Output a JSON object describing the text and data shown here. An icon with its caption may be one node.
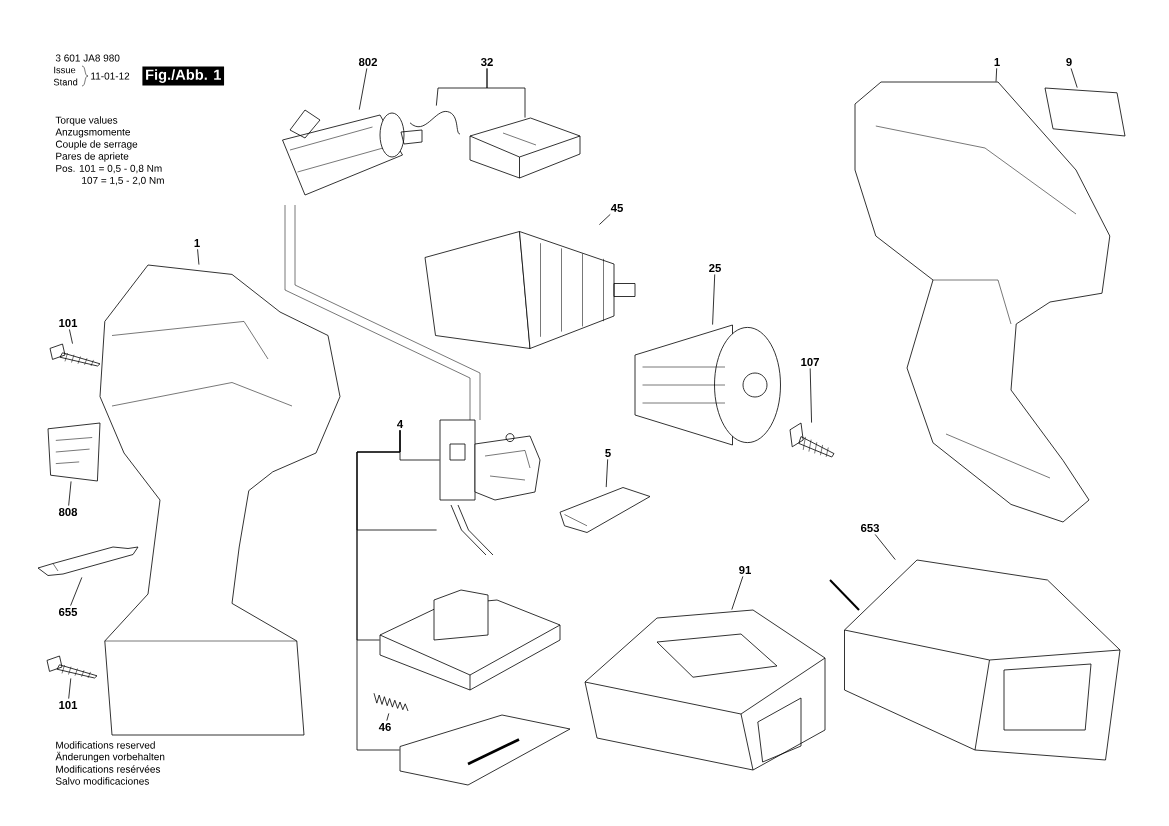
{
  "diagram": {
    "nodes": [
      {
        "text": [
          "802"
        ]
      },
      {
        "text": [],
        "shape": "picture"
      },
      {
        "text": [
          "32"
        ]
      },
      {
        "text": [],
        "shape": "picture"
      },
      {
        "text": [],
        "shape": "picture"
      },
      {
        "text": [
          "45"
        ]
      },
      {
        "text": [],
        "shape": "picture"
      },
      {
        "text": [
          "25"
        ]
      },
      {
        "text": [],
        "shape": "picture"
      },
      {
        "text": [
          "1"
        ]
      },
      {
        "text": [],
        "shape": "picture"
      },
      {
        "text": [
          "101"
        ]
      },
      {
        "text": [],
        "shape": "picture"
      },
      {
        "text": [
          "808"
        ]
      },
      {
        "text": [],
        "shape": "picture"
      },
      {
        "text": [
          "655"
        ]
      },
      {
        "text": [],
        "shape": "picture"
      },
      {
        "text": [
          "101"
        ]
      },
      {
        "text": [],
        "shape": "picture"
      },
      {
        "text": [
          "1"
        ]
      },
      {
        "text": [],
        "shape": "picture"
      },
      {
        "text": [
          "9"
        ]
      },
      {
        "text": [],
        "shape": "picture"
      },
      {
        "text": [
          "107"
        ]
      },
      {
        "text": [],
        "shape": "picture"
      },
      {
        "text": [
          "4"
        ]
      },
      {
        "text": [],
        "shape": "picture"
      },
      {
        "text": [],
        "shape": "picture"
      },
      {
        "text": [],
        "shape": "picture"
      },
      {
        "text": [],
        "shape": "picture"
      },
      {
        "text": [
          "5"
        ]
      },
      {
        "text": [],
        "shape": "picture"
      },
      {
        "text": [
          "46"
        ]
      },
      {
        "text": [],
        "shape": "picture"
      },
      {
        "text": [
          "91"
        ]
      },
      {
        "text": [],
        "shape": "picture"
      },
      {
        "text": [
          "653"
        ]
      },
      {
        "text": [],
        "shape": "picture"
      }
    ],
    "edges": [
      {
        "from": 0,
        "to": 1,
        "arrow": "none"
      },
      {
        "from": 2,
        "to": 3,
        "arrow": "none"
      },
      {
        "from": 2,
        "to": 4,
        "arrow": "none"
      },
      {
        "from": 5,
        "to": 6,
        "arrow": "none"
      },
      {
        "from": 7,
        "to": 8,
        "arrow": "none"
      },
      {
        "from": 9,
        "to": 10,
        "arrow": "none"
      },
      {
        "from": 11,
        "to": 12,
        "arrow": "none"
      },
      {
        "from": 13,
        "to": 14,
        "arrow": "none"
      },
      {
        "from": 15,
        "to": 16,
        "arrow": "none"
      },
      {
        "from": 17,
        "to": 18,
        "arrow": "none"
      },
      {
        "from": 19,
        "to": 20,
        "arrow": "none"
      },
      {
        "from": 21,
        "to": 22,
        "arrow": "none"
      },
      {
        "from": 23,
        "to": 24,
        "arrow": "none"
      },
      {
        "from": 25,
        "to": 26,
        "arrow": "none"
      },
      {
        "from": 25,
        "to": 27,
        "arrow": "none"
      },
      {
        "from": 25,
        "to": 28,
        "arrow": "none"
      },
      {
        "from": 25,
        "to": 29,
        "arrow": "none"
      },
      {
        "from": 30,
        "to": 31,
        "arrow": "none"
      },
      {
        "from": 32,
        "to": 33,
        "arrow": "none"
      },
      {
        "from": 34,
        "to": 35,
        "arrow": "none"
      },
      {
        "from": 36,
        "to": 37,
        "arrow": "none"
      }
    ],
    "labels": [
      "3 601 JA8 980",
      "Issue",
      "Stand",
      "11-01-12",
      "Fig./Abb. 1",
      "Torque values",
      "Anzugsmomente",
      "Couple de serrage",
      "Pares de apriete",
      "Pos.  101 = 0,5 - 0,8 Nm",
      "107 = 1,5 - 2,0 Nm",
      "Modifications reserved",
      "Änderungen vorbehalten",
      "Modifications resérvées",
      "Salvo modificaciones"
    ]
  }
}
